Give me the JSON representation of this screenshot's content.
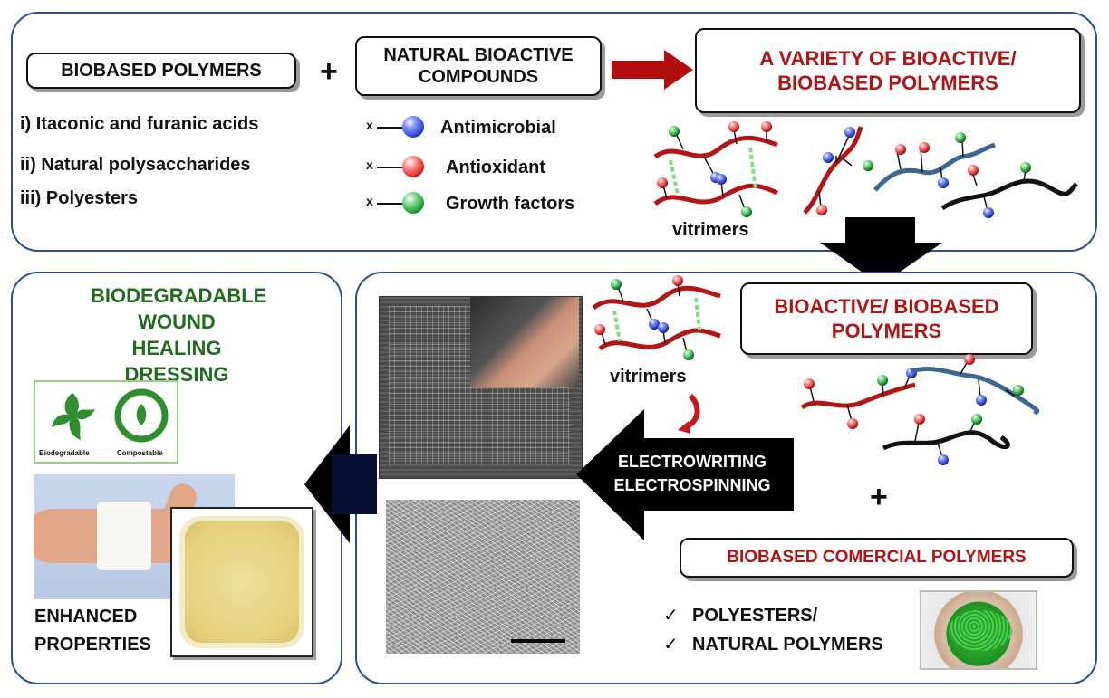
{
  "top": {
    "biobased_title": "BIOBASED POLYMERS",
    "plus": "+",
    "natural_title": "NATURAL BIOACTIVE COMPOUNDS",
    "variety_title": "A VARIETY OF BIOACTIVE/ BIOBASED POLYMERS",
    "polymer_list": [
      "i) Itaconic and furanic acids",
      "ii) Natural polysaccharides",
      "iii) Polyesters"
    ],
    "compound_marker": "x",
    "compounds": [
      {
        "label": "Antimicrobial",
        "color": "#2a3fd6"
      },
      {
        "label": "Antioxidant",
        "color": "#e0262a"
      },
      {
        "label": "Growth factors",
        "color": "#1c9a2e"
      }
    ],
    "vitrimers_label": "vitrimers"
  },
  "middle": {
    "bioactive_title": "BIOACTIVE/ BIOBASED POLYMERS",
    "vitrimers_label": "vitrimers",
    "process_lines": [
      "ELECTROWRITING",
      "ELECTROSPINNING"
    ],
    "plus": "+",
    "commercial_title": "BIOBASED COMERCIAL POLYMERS",
    "checks": [
      "POLYESTERS/",
      "NATURAL POLYMERS"
    ],
    "check_mark": "✓"
  },
  "left": {
    "dressing_title": "BIODEGRADABLE WOUND HEALING DRESSING",
    "logo_labels": [
      "Biodegradable",
      "Compostable"
    ],
    "enhanced": "ENHANCED PROPERTIES"
  },
  "colors": {
    "panel_border": "#2f4f8a",
    "title_red": "#b11414",
    "title_green": "#1f6b1f",
    "chain_red": "#b51414",
    "chain_blue": "#3d6690",
    "chain_black": "#111111",
    "arrow_red": "#b30e0e"
  }
}
